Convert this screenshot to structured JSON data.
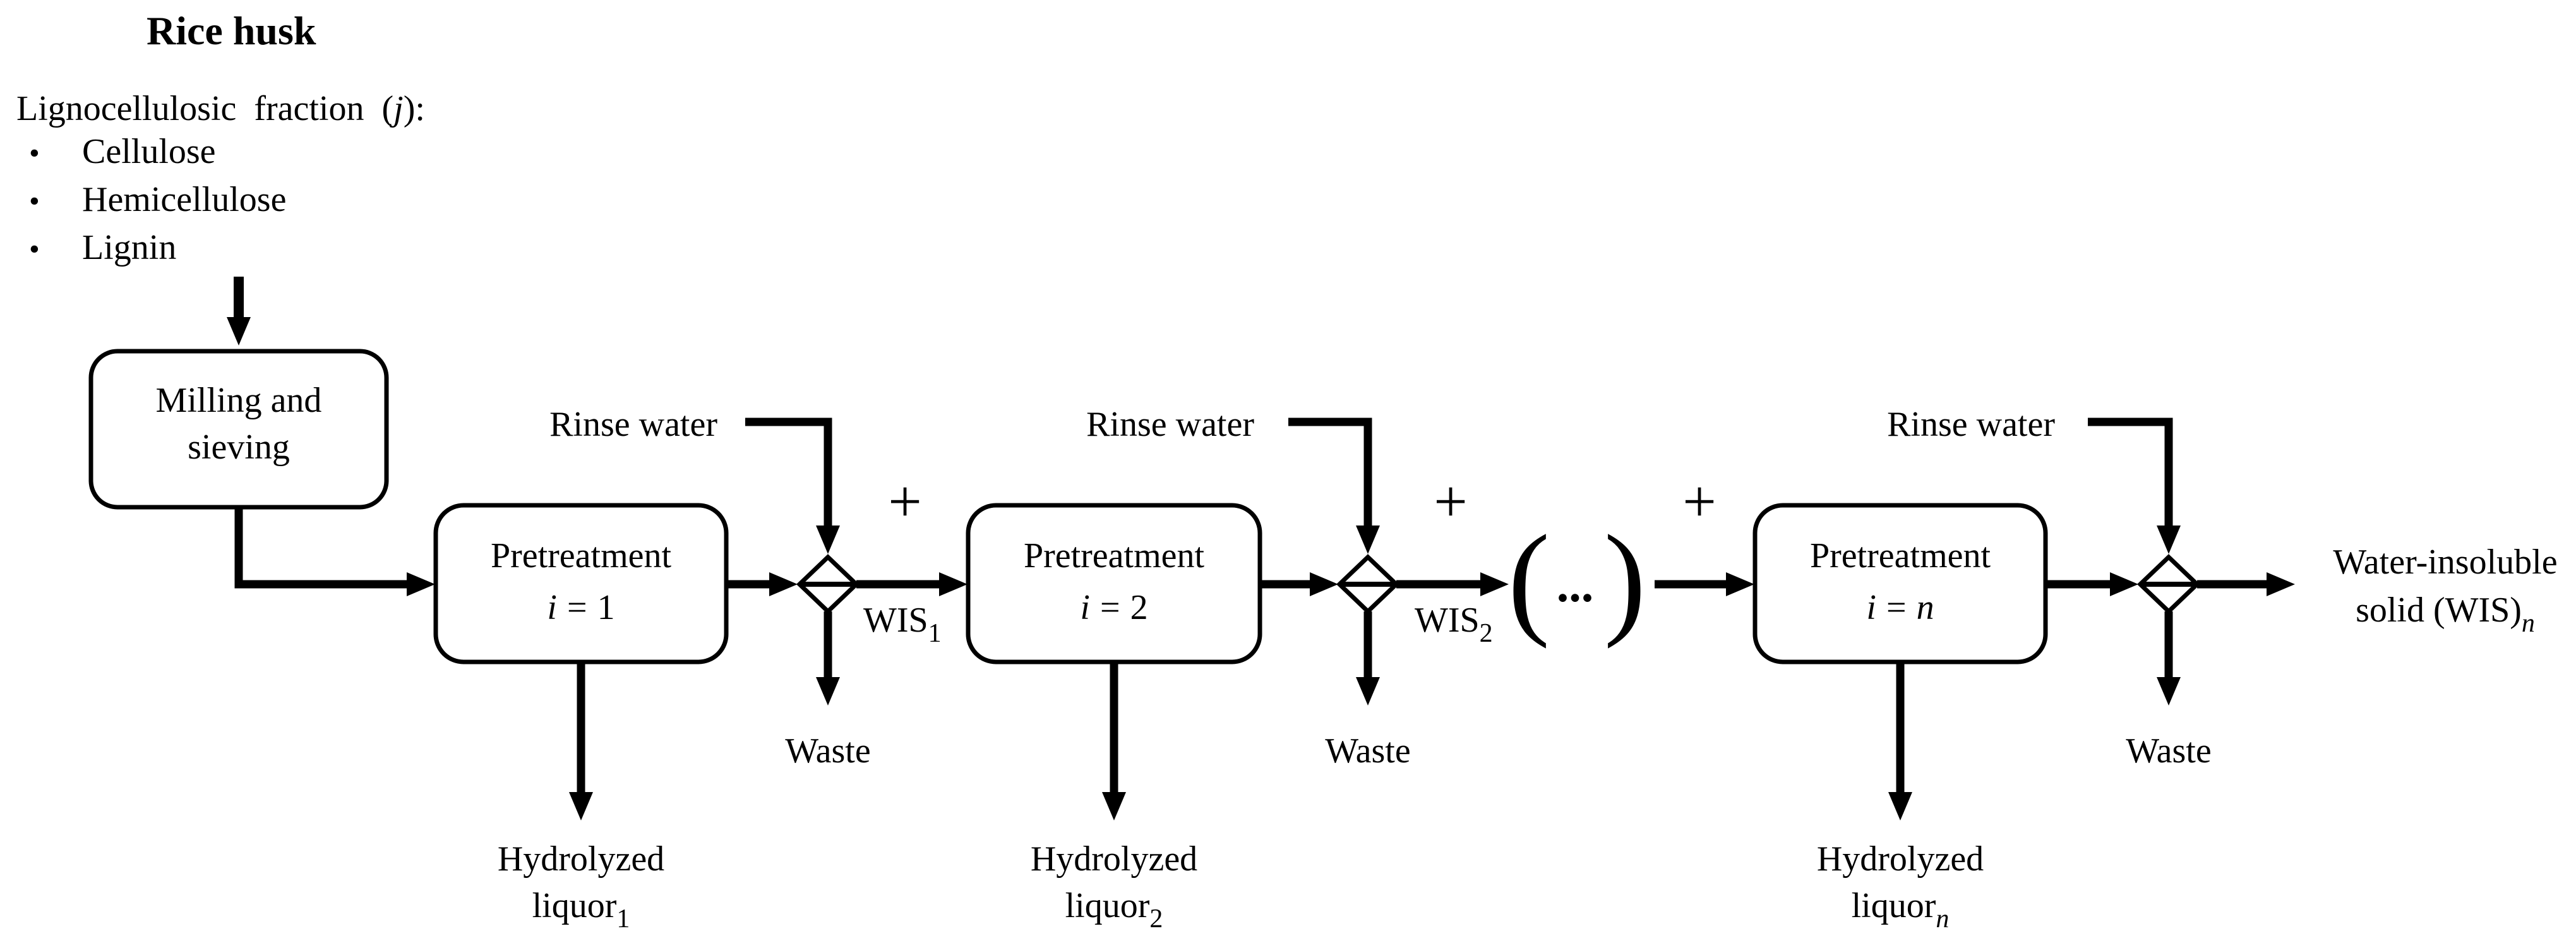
{
  "diagram": {
    "title": "Rice husk",
    "colors": {
      "ink": "#000000",
      "background": "#ffffff"
    },
    "legend": {
      "heading_pre": "Lignocellulosic fraction (",
      "heading_var": "j",
      "heading_post": "):",
      "bullet": "•",
      "items": [
        "Cellulose",
        "Hemicellulose",
        "Lignin"
      ]
    },
    "milling": {
      "line1": "Milling and",
      "line2": "sieving"
    },
    "stages": [
      {
        "rinse_label": "Rinse water",
        "box_line1": "Pretreatment",
        "box_var": "i",
        "box_rel": "=",
        "box_idx": "1",
        "plus": "+",
        "wis_base": "WIS",
        "wis_sub": "1",
        "waste": "Waste",
        "liquor_line1": "Hydrolyzed",
        "liquor_base": "liquor",
        "liquor_sub": "1"
      },
      {
        "rinse_label": "Rinse water",
        "box_line1": "Pretreatment",
        "box_var": "i",
        "box_rel": "=",
        "box_idx": "2",
        "plus": "+",
        "wis_base": "WIS",
        "wis_sub": "2",
        "waste": "Waste",
        "liquor_line1": "Hydrolyzed",
        "liquor_base": "liquor",
        "liquor_sub": "2"
      },
      {
        "rinse_label": "Rinse water",
        "box_line1": "Pretreatment",
        "box_var": "i",
        "box_rel": "=",
        "box_idx": "n",
        "waste": "Waste",
        "liquor_line1": "Hydrolyzed",
        "liquor_base": "liquor",
        "liquor_sub": "n"
      }
    ],
    "ellipsis": {
      "open": "(",
      "dots": "...",
      "close": ")",
      "plus": "+"
    },
    "output": {
      "line1": "Water-insoluble",
      "line2_base": "solid (WIS)",
      "line2_sub": "n"
    }
  }
}
